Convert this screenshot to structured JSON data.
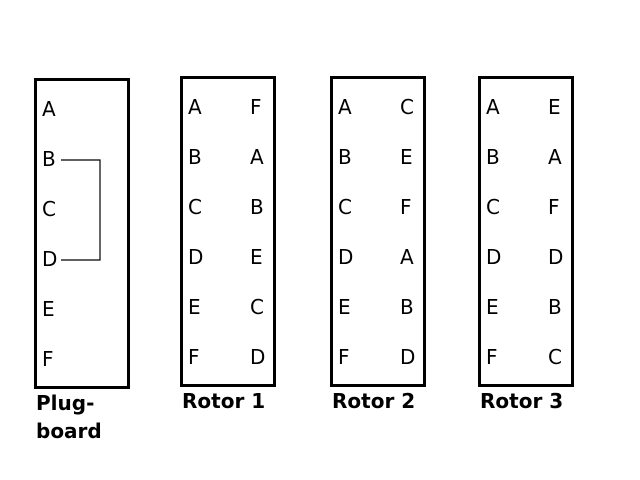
{
  "plugboard": {
    "letters": [
      "A",
      "B",
      "C",
      "D",
      "E",
      "F"
    ],
    "label_line1": "Plug-",
    "label_line2": "board"
  },
  "rotor1": {
    "label": "Rotor 1",
    "left": [
      "A",
      "B",
      "C",
      "D",
      "E",
      "F"
    ],
    "right": [
      "F",
      "A",
      "B",
      "E",
      "C",
      "D"
    ]
  },
  "rotor2": {
    "label": "Rotor 2",
    "left": [
      "A",
      "B",
      "C",
      "D",
      "E",
      "F"
    ],
    "right": [
      "C",
      "E",
      "F",
      "A",
      "B",
      "D"
    ]
  },
  "rotor3": {
    "label": "Rotor 3",
    "left": [
      "A",
      "B",
      "C",
      "D",
      "E",
      "F"
    ],
    "right": [
      "E",
      "A",
      "F",
      "D",
      "B",
      "C"
    ]
  }
}
